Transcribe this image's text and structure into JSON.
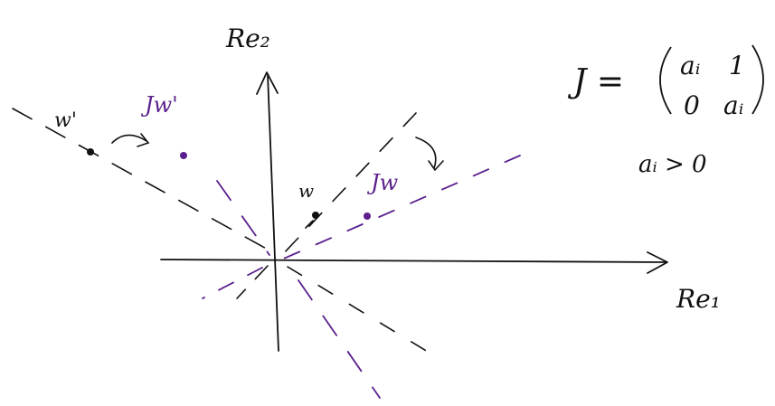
{
  "axes": {
    "horizontal_label": "Re₁",
    "vertical_label": "Re₂"
  },
  "points": {
    "w": "w",
    "Jw": "Jw",
    "w_prime": "w'",
    "Jw_prime": "Jw'"
  },
  "matrix": {
    "lhs": "J =",
    "entries": [
      "aᵢ",
      "1",
      "0",
      "aᵢ"
    ]
  },
  "condition": "aᵢ > 0",
  "colors": {
    "ink": "#111111",
    "accent": "#5a1f8c"
  }
}
